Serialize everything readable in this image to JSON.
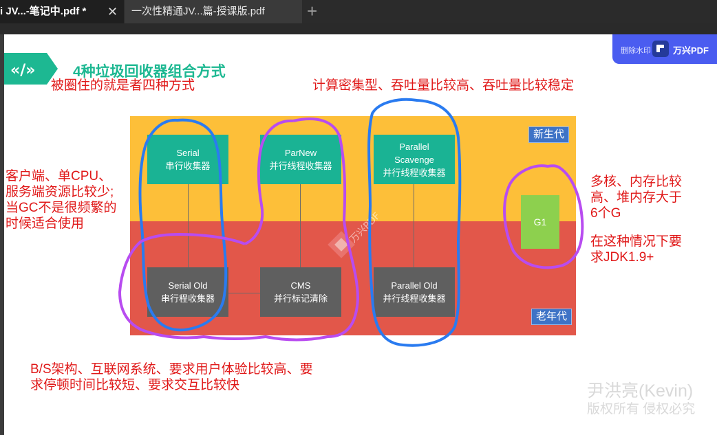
{
  "tabs": [
    {
      "label": "i JV...-笔记中.pdf *",
      "active": true
    },
    {
      "label": "一次性精通JV...篇-授课版.pdf",
      "active": false
    }
  ],
  "tab_close_glyph": "✕",
  "new_tab_glyph": "+",
  "watermark_button": {
    "remove_label": "删除水印",
    "brand": "万兴PDF"
  },
  "slide": {
    "title": "4种垃圾回收器组合方式",
    "annotations": {
      "circled_note": "被圈住的就是者四种方式",
      "throughput": "计算密集型、吞吐量比较高、吞吐量比较稳定",
      "client_1": "客户端、单CPU、",
      "client_2": "服务端资源比较少;",
      "client_3": "当GC不是很频繁的",
      "client_4": "时候适合使用",
      "g1_1": "多核、内存比较",
      "g1_2": "高、堆内存大于",
      "g1_3": "6个G",
      "g1_4": "在这种情况下要",
      "g1_5": "求JDK1.9+",
      "bs_1": "B/S架构、互联网系统、要求用户体验比较高、要",
      "bs_2": "求停顿时间比较短、要求交互比较快"
    },
    "young_gen_label": "新生代",
    "old_gen_label": "老年代",
    "collectors": {
      "serial": {
        "name": "Serial",
        "desc": "串行收集器"
      },
      "parnew": {
        "name": "ParNew",
        "desc": "并行线程收集器"
      },
      "parallel_scavenge": {
        "name_1": "Parallel",
        "name_2": "Scavenge",
        "desc": "并行线程收集器"
      },
      "serial_old": {
        "name": "Serial Old",
        "desc": "串行程收集器"
      },
      "cms": {
        "name": "CMS",
        "desc": "并行标记清除"
      },
      "parallel_old": {
        "name": "Parallel Old",
        "desc": "并行线程收集器"
      },
      "g1": {
        "name": "G1"
      }
    },
    "pdf_watermark": "万兴PDF",
    "author_watermark_1": "尹洪亮(Kevin)",
    "author_watermark_2": "版权所有 侵权必究"
  },
  "colors": {
    "accent_title": "#1db892",
    "young_gen": "#fdbf39",
    "old_gen": "#e2574a",
    "collector_teal": "#1ab394",
    "collector_gray": "#5f5f5f",
    "g1_green": "#8dd04e",
    "blue_ink": "#2a7bf0",
    "purple_ink": "#b84cf0",
    "red_note": "#e01818"
  }
}
